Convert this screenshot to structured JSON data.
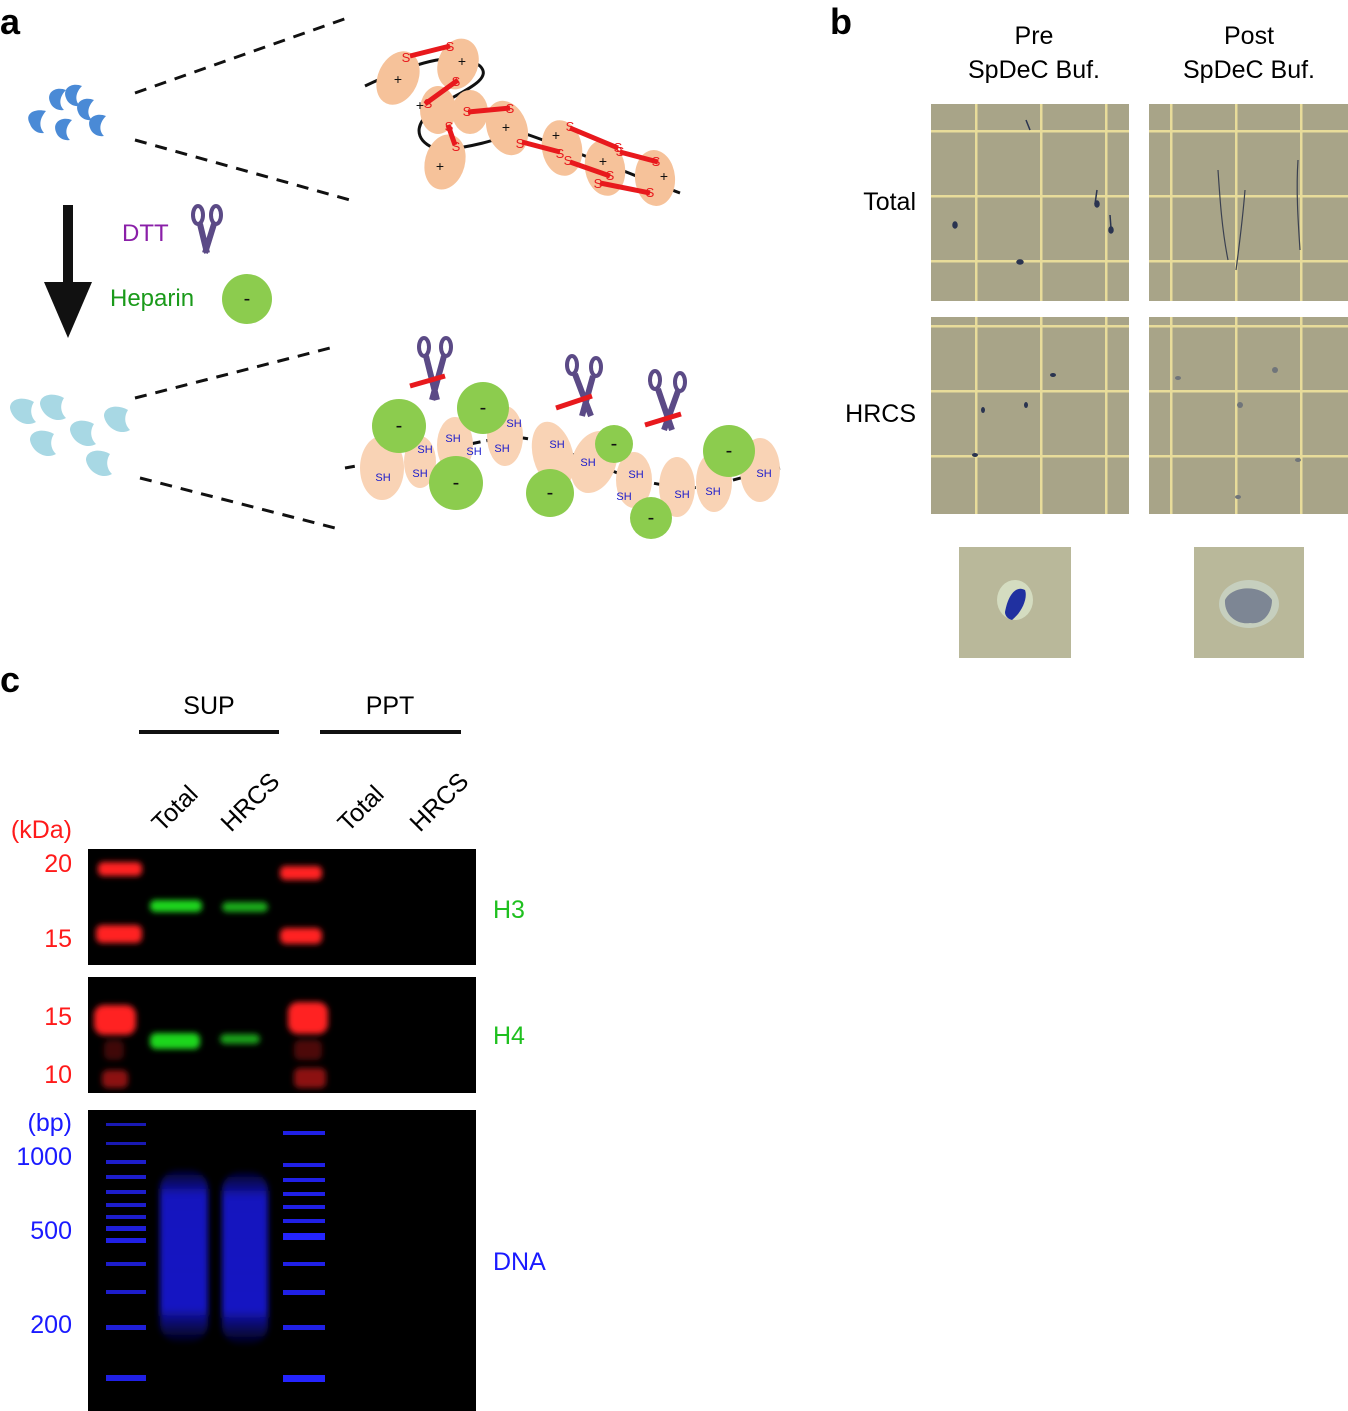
{
  "panel_a": {
    "label": "a",
    "dtt_label": "DTT",
    "heparin_label": "Heparin",
    "minus": "-",
    "plus": "+",
    "s": "S",
    "sh": "SH",
    "colors": {
      "dtt": "#8a1fa8",
      "heparin": "#1a9a1a",
      "sperm_top": "#4a8ad6",
      "sperm_bottom": "#a8d8e4",
      "protein": "#f6c29a",
      "protein_light": "#f9d3b5",
      "bond": "#e8191d",
      "heparin_fill": "#8ccc4e",
      "scissors": "#5b4a86"
    }
  },
  "panel_b": {
    "label": "b",
    "col_pre": [
      "Pre",
      "SpDeC Buf."
    ],
    "col_post": [
      "Post",
      "SpDeC Buf."
    ],
    "row_total": "Total",
    "row_hrcs": "HRCS"
  },
  "panel_c": {
    "label": "c",
    "group_sup": "SUP",
    "group_ppt": "PPT",
    "lanes": [
      "Total",
      "HRCS",
      "Total",
      "HRCS"
    ],
    "kda_unit": "(kDa)",
    "h3_markers": [
      "20",
      "15"
    ],
    "h4_markers": [
      "15",
      "10"
    ],
    "bp_unit": "(bp)",
    "dna_markers": [
      "1000",
      "500",
      "200"
    ],
    "h3_label": "H3",
    "h4_label": "H4",
    "dna_label": "DNA",
    "colors": {
      "marker": "#ff1a1a",
      "band": "#1fd61f",
      "dna": "#1a1aff"
    }
  }
}
